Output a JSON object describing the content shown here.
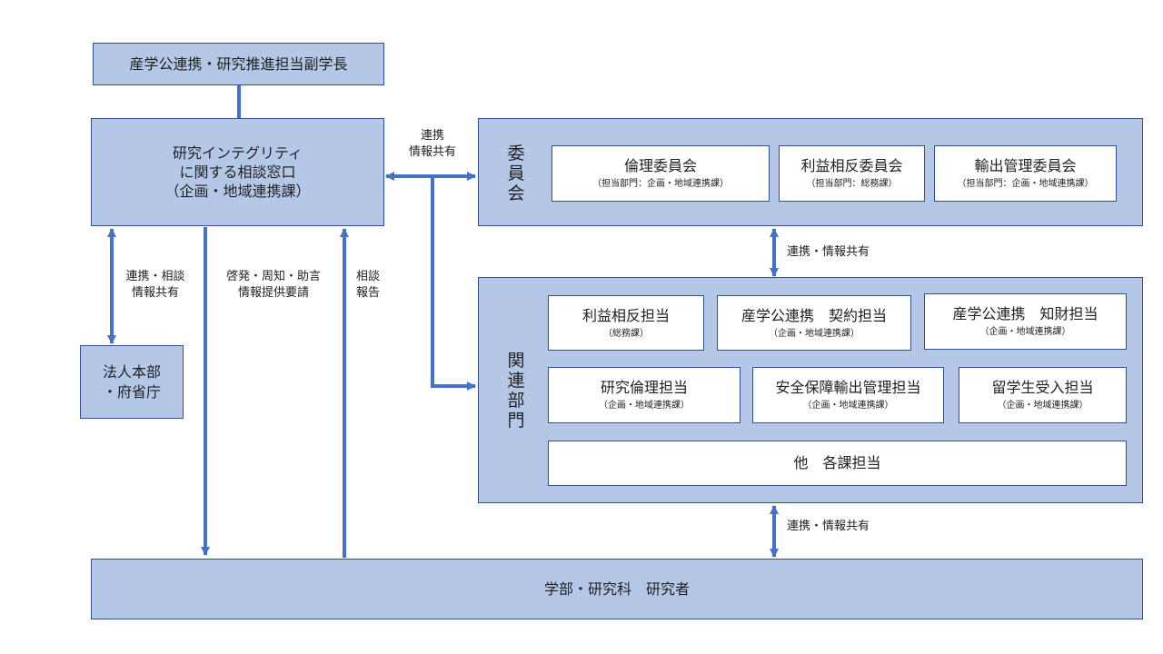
{
  "top_box": "産学公連携・研究推進担当副学長",
  "consult": {
    "line1": "研究インテグリティ",
    "line2": "に関する相談窓口",
    "line3": "（企画・地域連携課）"
  },
  "ministry": {
    "line1": "法人本部",
    "line2": "・府省庁"
  },
  "committee": {
    "vertical_label": [
      "委",
      "員",
      "会"
    ],
    "items": [
      {
        "name": "倫理委員会",
        "dept": "（担当部門：企画・地域連携課）"
      },
      {
        "name": "利益相反委員会",
        "dept": "（担当部門：総務課）"
      },
      {
        "name": "輸出管理委員会",
        "dept": "（担当部門：企画・地域連携課）"
      }
    ]
  },
  "related": {
    "vertical_label": [
      "関",
      "連",
      "部",
      "門"
    ],
    "items": [
      {
        "name": "利益相反担当",
        "dept": "（総務課）"
      },
      {
        "name": "産学公連携　契約担当",
        "dept": "（企画・地域連携課）"
      },
      {
        "name": "産学公連携　知財担当",
        "dept": "（企画・地域連携課）"
      },
      {
        "name": "研究倫理担当",
        "dept": "（企画・地域連携課）"
      },
      {
        "name": "安全保障輸出管理担当",
        "dept": "（企画・地域連携課）"
      },
      {
        "name": "留学生受入担当",
        "dept": "（企画・地域連携課）"
      }
    ],
    "other": "他　各課担当"
  },
  "faculty": "学部・研究科　研究者",
  "labels": {
    "consult_to_right": [
      "連携",
      "情報共有"
    ],
    "consult_to_ministry": [
      "連携・相談",
      "情報共有"
    ],
    "enlighten": [
      "啓発・周知・助言",
      "情報提供要請"
    ],
    "report": [
      "相談",
      "報告"
    ],
    "committee_related": "連携・情報共有",
    "related_faculty": "連携・情報共有"
  },
  "colors": {
    "box_fill": "#b4c7e7",
    "border": "#2f528f",
    "arrow": "#4472c4"
  }
}
